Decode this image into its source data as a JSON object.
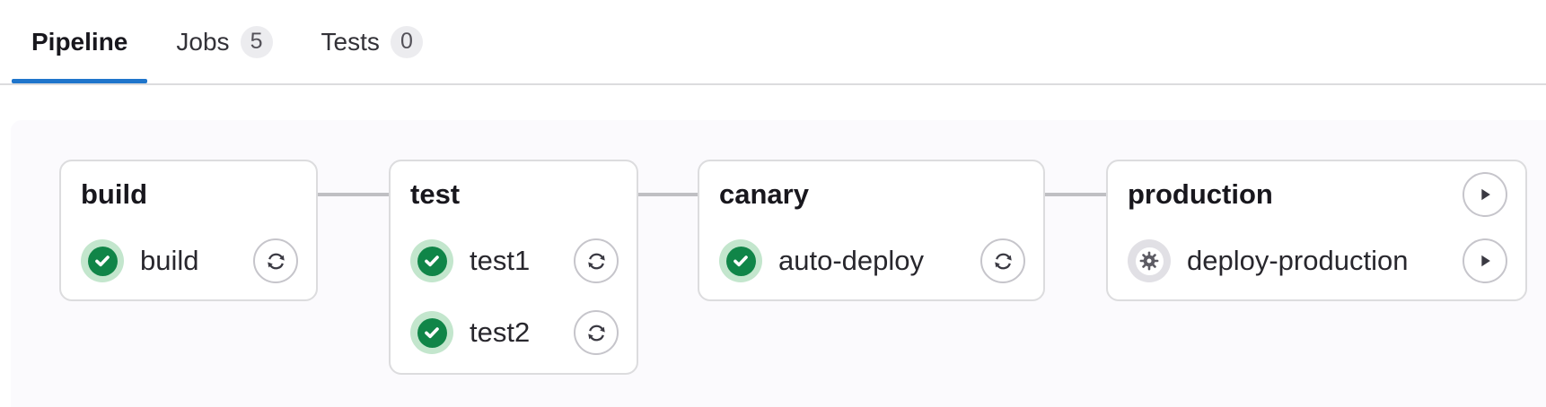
{
  "tabs": [
    {
      "label": "Pipeline",
      "active": true
    },
    {
      "label": "Jobs",
      "badge": "5",
      "active": false
    },
    {
      "label": "Tests",
      "badge": "0",
      "active": false
    }
  ],
  "pipeline": {
    "stages": [
      {
        "name": "build",
        "jobs": [
          {
            "name": "build",
            "status": "success",
            "action": "retry"
          }
        ]
      },
      {
        "name": "test",
        "jobs": [
          {
            "name": "test1",
            "status": "success",
            "action": "retry"
          },
          {
            "name": "test2",
            "status": "success",
            "action": "retry"
          }
        ]
      },
      {
        "name": "canary",
        "jobs": [
          {
            "name": "auto-deploy",
            "status": "success",
            "action": "retry"
          }
        ]
      },
      {
        "name": "production",
        "header_action": "play",
        "jobs": [
          {
            "name": "deploy-production",
            "status": "manual",
            "action": "play"
          }
        ]
      }
    ]
  },
  "colors": {
    "accent_blue": "#1f75cb",
    "success_green": "#108548",
    "success_halo": "#c3e6cd",
    "manual_halo": "#e1e0e5",
    "card_border": "#dcdcde",
    "connector_gray": "#bfbfc3",
    "panel_bg": "#fbfafd",
    "badge_bg": "#ececef",
    "text_primary": "#18171d",
    "text_secondary": "#535158"
  },
  "icons": {
    "status_success": "check-circle-icon",
    "status_manual": "gear-circle-icon",
    "retry": "retry-icon",
    "play": "play-icon"
  }
}
